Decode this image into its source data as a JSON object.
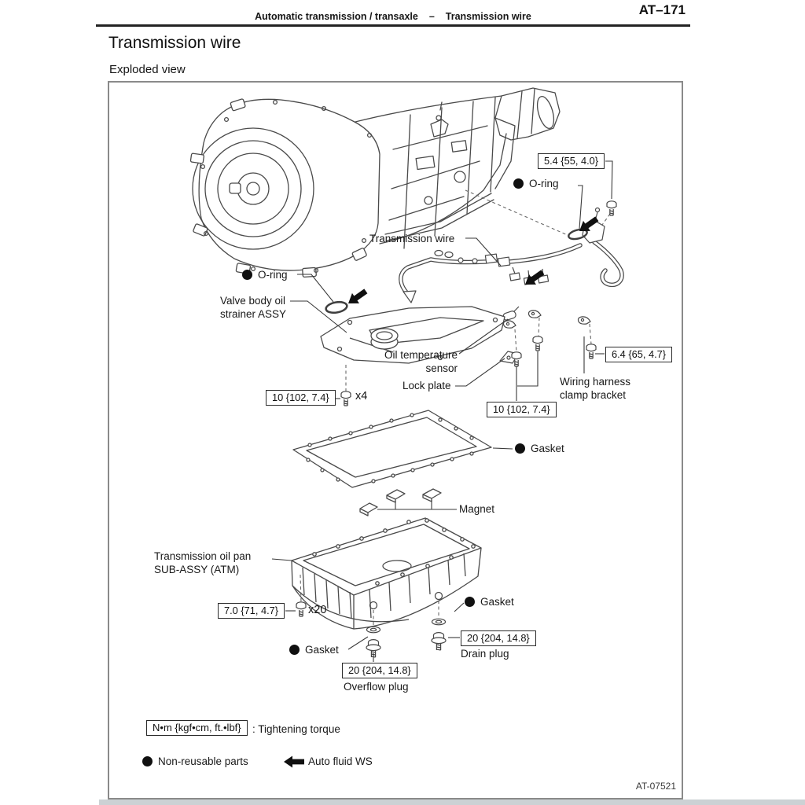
{
  "header": {
    "breadcrumb": "Automatic transmission / transaxle",
    "dash": "–",
    "topic": "Transmission wire",
    "page_code": "AT–171"
  },
  "title": "Transmission wire",
  "subtitle": "Exploded view",
  "callouts": {
    "o_ring_top": "O-ring",
    "transmission_wire": "Transmission wire",
    "o_ring_left": "O-ring",
    "valve_body_strainer_line1": "Valve body oil",
    "valve_body_strainer_line2": "strainer ASSY",
    "oil_temp_sensor_line1": "Oil temperature",
    "oil_temp_sensor_line2": "sensor",
    "lock_plate": "Lock plate",
    "wiring_harness_line1": "Wiring harness",
    "wiring_harness_line2": "clamp bracket",
    "gasket_pan": "Gasket",
    "magnet": "Magnet",
    "oil_pan_line1": "Transmission oil pan",
    "oil_pan_line2": "SUB-ASSY (ATM)",
    "gasket_drain": "Gasket",
    "drain_plug": "Drain plug",
    "gasket_overflow": "Gasket",
    "overflow_plug": "Overflow plug"
  },
  "torque_specs": {
    "o_ring_union": "5.4 {55, 4.0}",
    "strainer_bolt": "10 {102, 7.4}",
    "strainer_bolt_qty": "x4",
    "clamp_bracket_bolt": "6.4 {65, 4.7}",
    "sensor_bolt": "10 {102, 7.4}",
    "pan_bolt": "7.0 {71, 4.7}",
    "pan_bolt_qty": "x20",
    "drain_plug": "20 {204, 14.8}",
    "overflow_plug": "20 {204, 14.8}"
  },
  "legend": {
    "torque_unit_box": "N•m {kgf•cm, ft.•lbf}",
    "torque_caption": ": Tightening torque",
    "non_reusable": "Non-reusable parts",
    "auto_fluid": "Auto fluid WS"
  },
  "figure_code": "AT-07521"
}
